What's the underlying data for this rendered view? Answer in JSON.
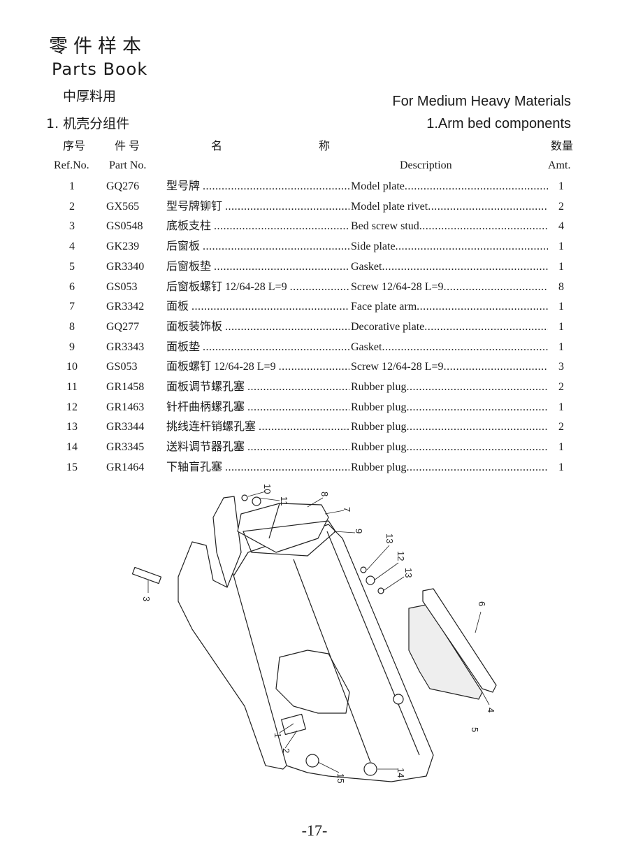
{
  "header": {
    "title_cn": "零件样本",
    "title_en": "Parts Book"
  },
  "subtitle": {
    "cn": "中厚料用",
    "en": "For Medium Heavy Materials"
  },
  "section": {
    "cn": "1. 机壳分组件",
    "en": "1.Arm bed components"
  },
  "columns": {
    "ref_cn": "序号",
    "part_cn": "件 号",
    "name_cn_1": "名",
    "name_cn_2": "称",
    "amt_cn": "数量",
    "ref_en": "Ref.No.",
    "part_en": "Part No.",
    "desc_en": "Description",
    "amt_en": "Amt."
  },
  "parts": [
    {
      "ref": "1",
      "part": "GQ276",
      "cn": "型号牌",
      "desc": "Model plate",
      "amt": "1"
    },
    {
      "ref": "2",
      "part": "GX565",
      "cn": "型号牌铆钉",
      "desc": "Model plate rivet",
      "amt": "2"
    },
    {
      "ref": "3",
      "part": "GS0548",
      "cn": "底板支柱",
      "desc": "Bed screw stud",
      "amt": "4"
    },
    {
      "ref": "4",
      "part": "GK239",
      "cn": "后窗板",
      "desc": "Side plate",
      "amt": "1"
    },
    {
      "ref": "5",
      "part": "GR3340",
      "cn": "后窗板垫",
      "desc": "Gasket",
      "amt": "1"
    },
    {
      "ref": "6",
      "part": "GS053",
      "cn": "后窗板螺钉 12/64-28 L=9",
      "desc": "Screw 12/64-28 L=9",
      "amt": "8"
    },
    {
      "ref": "7",
      "part": "GR3342",
      "cn": "面板",
      "desc": "Face plate arm",
      "amt": "1"
    },
    {
      "ref": "8",
      "part": "GQ277",
      "cn": "面板装饰板",
      "desc": "Decorative plate",
      "amt": "1"
    },
    {
      "ref": "9",
      "part": "GR3343",
      "cn": "面板垫",
      "desc": "Gasket",
      "amt": "1"
    },
    {
      "ref": "10",
      "part": "GS053",
      "cn": "面板螺钉 12/64-28 L=9",
      "desc": "Screw 12/64-28 L=9",
      "amt": "3"
    },
    {
      "ref": "11",
      "part": "GR1458",
      "cn": "面板调节螺孔塞",
      "desc": "Rubber plug",
      "amt": "2"
    },
    {
      "ref": "12",
      "part": "GR1463",
      "cn": "针杆曲柄螺孔塞",
      "desc": "Rubber plug",
      "amt": "1"
    },
    {
      "ref": "13",
      "part": "GR3344",
      "cn": "挑线连杆销螺孔塞",
      "desc": "Rubber plug",
      "amt": "2"
    },
    {
      "ref": "14",
      "part": "GR3345",
      "cn": "送料调节器孔塞",
      "desc": "Rubber plug",
      "amt": "1"
    },
    {
      "ref": "15",
      "part": "GR1464",
      "cn": "下轴盲孔塞",
      "desc": "Rubber plug",
      "amt": "1"
    }
  ],
  "diagram": {
    "callouts": [
      "10",
      "11",
      "8",
      "7",
      "9",
      "13",
      "12",
      "13",
      "3",
      "6",
      "4",
      "5",
      "1",
      "2",
      "15",
      "14"
    ]
  },
  "page_number": "-17-"
}
